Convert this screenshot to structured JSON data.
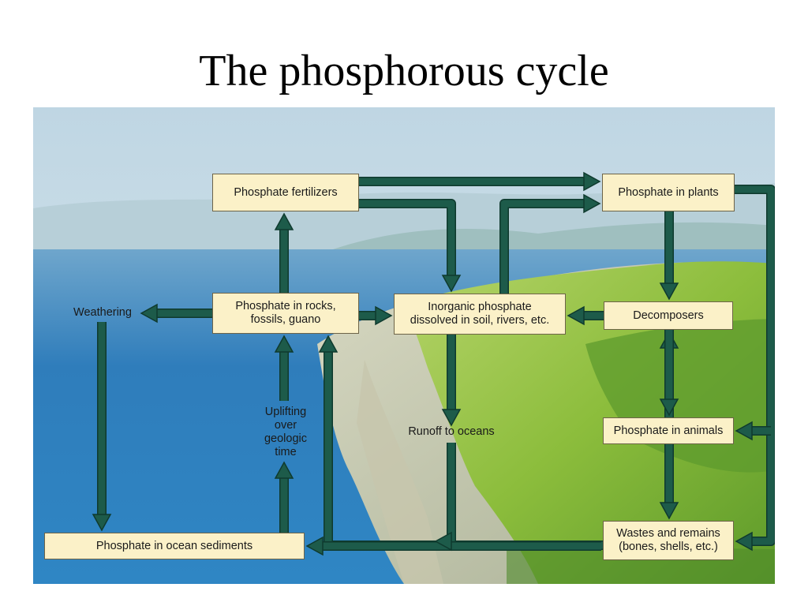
{
  "title": "The phosphorous cycle",
  "nodes": {
    "fertilizers": "Phosphate fertilizers",
    "plants": "Phosphate in plants",
    "rocks": "Phosphate in rocks,\nfossils, guano",
    "inorganic": "Inorganic phosphate\ndissolved in soil, rivers, etc.",
    "decomposers": "Decomposers",
    "animals": "Phosphate in animals",
    "wastes": "Wastes and remains\n(bones, shells, etc.)",
    "sediments": "Phosphate in ocean sediments"
  },
  "labels": {
    "weathering": "Weathering",
    "uplifting": "Uplifting\nover\ngeologic\ntime",
    "runoff": "Runoff to oceans"
  },
  "colors": {
    "arrow": "#1d5b4a",
    "arrow_edge": "#0f3a2e",
    "box_fill": "#fbf1c8",
    "sky": "#c9dde6",
    "ocean": "#1f6fb0",
    "land": "#8fbf3e"
  }
}
